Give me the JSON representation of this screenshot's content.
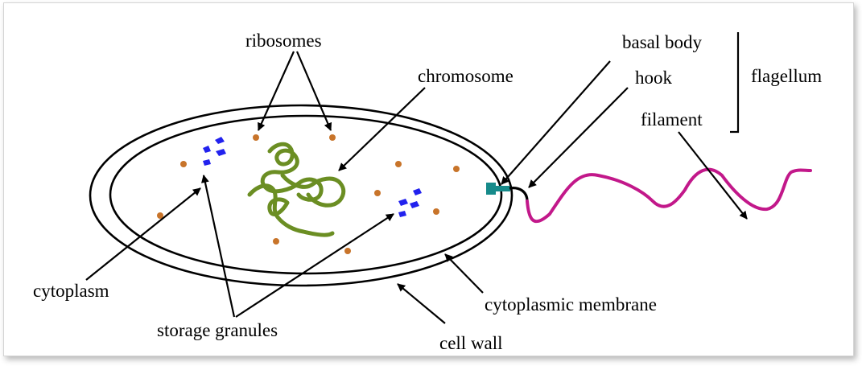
{
  "labels": {
    "ribosomes": "ribosomes",
    "chromosome": "chromosome",
    "basal_body": "basal body",
    "hook": "hook",
    "filament": "filament",
    "flagellum": "flagellum",
    "cytoplasm": "cytoplasm",
    "storage_granules": "storage granules",
    "cytoplasmic_membrane": "cytoplasmic membrane",
    "cell_wall": "cell wall"
  },
  "colors": {
    "chromosome": "#6b8e23",
    "ribosome": "#c8742a",
    "storage_granule": "#2222ee",
    "flagellum_filament": "#c2188a",
    "basal_body": "#168a8a",
    "outline": "#000000"
  }
}
